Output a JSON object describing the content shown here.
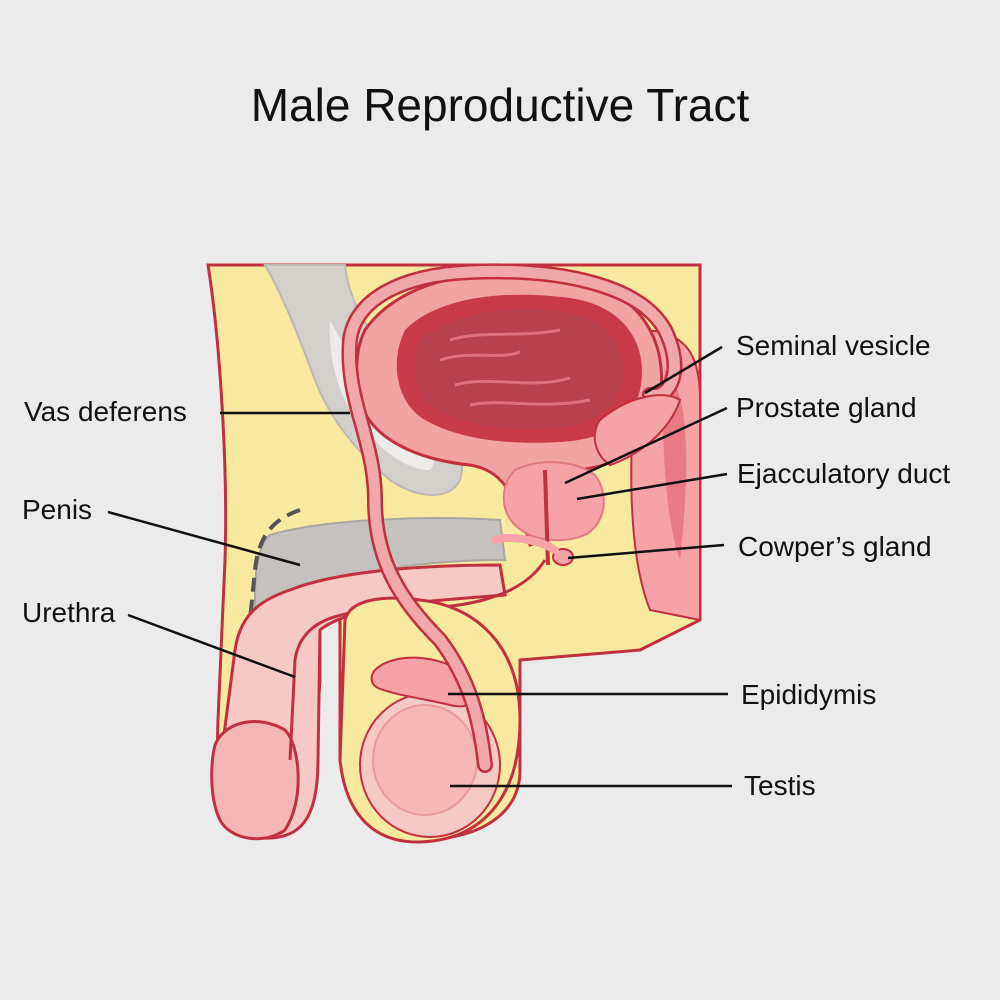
{
  "title": "Male Reproductive Tract",
  "labels": {
    "seminal_vesicle": "Seminal vesicle",
    "prostate_gland": "Prostate gland",
    "ejacculatory_duct": "Ejacculatory duct",
    "cowpers_gland": "Cowper’s gland",
    "vas_deferens": "Vas deferens",
    "penis": "Penis",
    "urethra": "Urethra",
    "epididymis": "Epididymis",
    "testis": "Testis"
  },
  "colors": {
    "background": "#ebebeb",
    "fat": "#f7e9a0",
    "skin": "#f7c9c4",
    "bladder_wall": "#f2a3a3",
    "bladder_lining": "#c93a49",
    "bladder_inner": "#b8404f",
    "outline": "#c0303f",
    "bone": "#d3d0cc",
    "erectile": "#c4c1be",
    "vas": "#f0a8aa",
    "leader": "#111111"
  }
}
